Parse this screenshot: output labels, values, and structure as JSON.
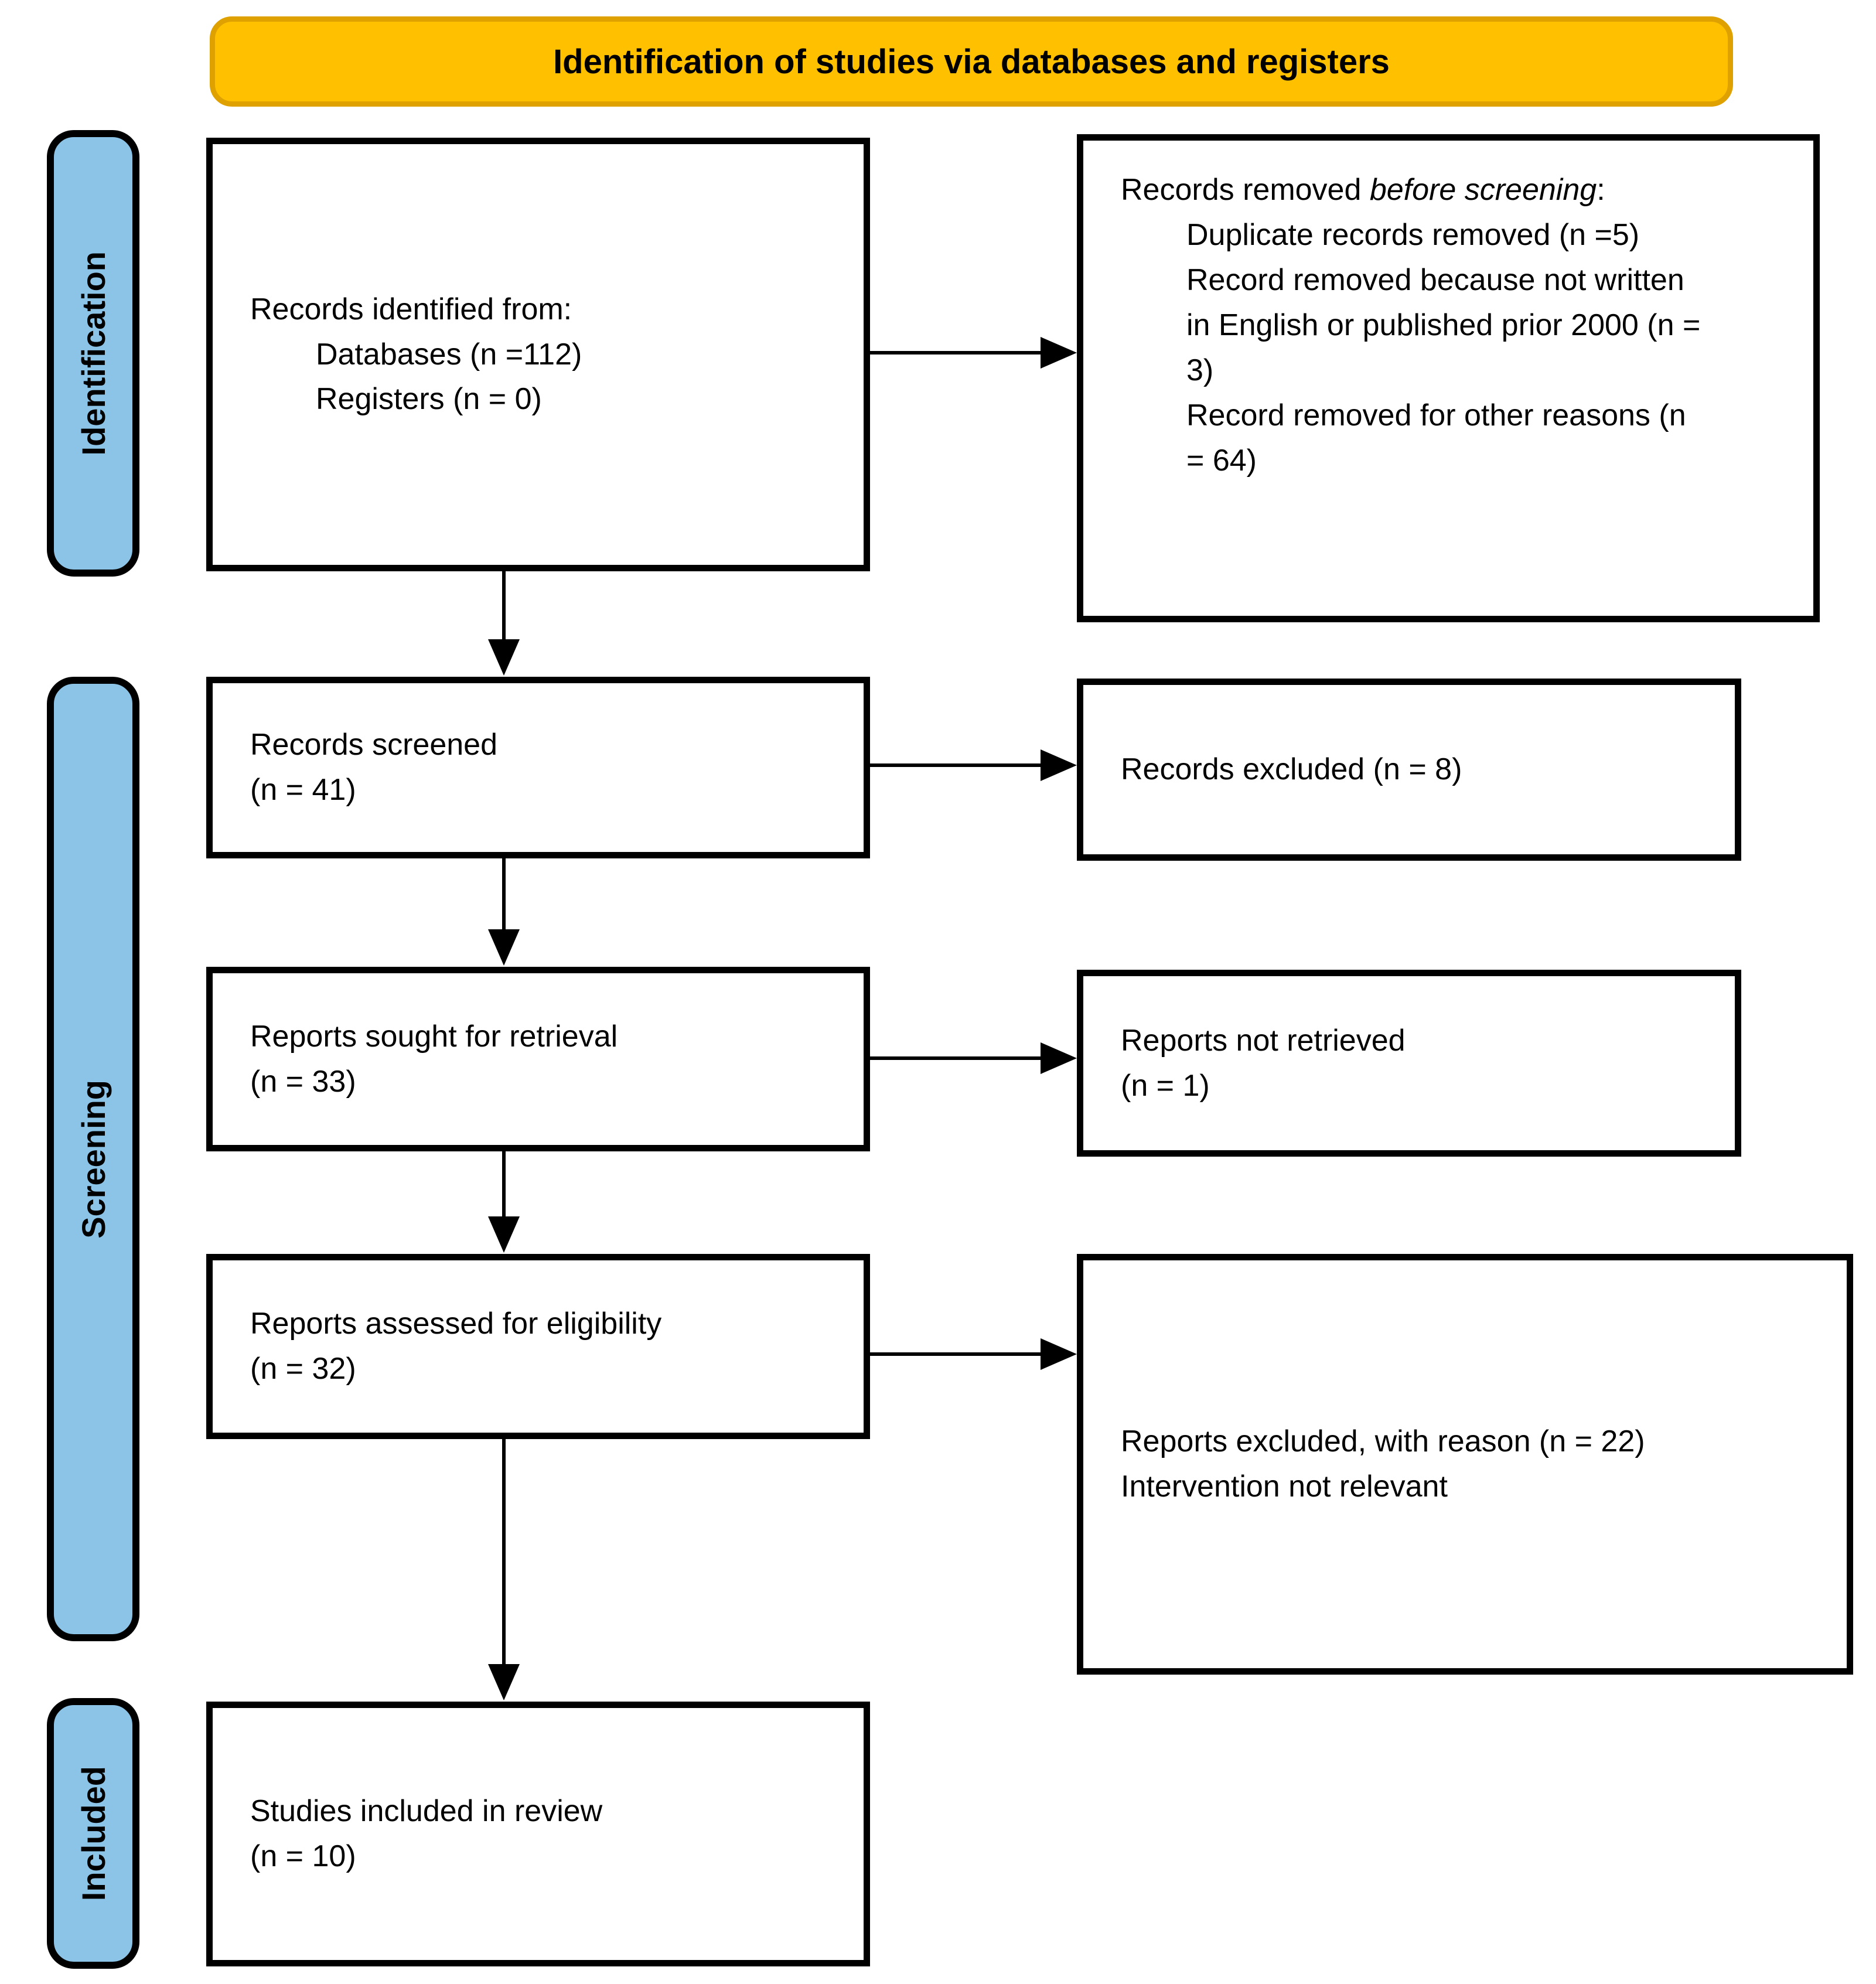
{
  "colors": {
    "banner_fill": "#FFC000",
    "banner_border": "#DFA100",
    "stage_fill": "#8CC4E8",
    "line": "#000000"
  },
  "banner": {
    "label": "Identification of studies via databases and registers"
  },
  "stages": [
    {
      "label": "Identification"
    },
    {
      "label": "Screening"
    },
    {
      "label": "Included"
    }
  ],
  "boxes": {
    "records_identified": {
      "heading": "Records identified from:",
      "items": [
        "Databases (n =112)",
        "Registers (n = 0)"
      ]
    },
    "records_removed": {
      "prefix": "Records removed ",
      "italic": "before screening",
      "suffix": ":",
      "items": [
        "Duplicate records removed (n =5)",
        "Record removed because not written in English or published prior 2000 (n = 3)",
        "Record removed for other reasons (n = 64)"
      ]
    },
    "records_screened": {
      "lines": [
        "Records screened",
        "(n = 41)"
      ]
    },
    "records_excluded": {
      "lines": [
        "Records excluded (n = 8)"
      ]
    },
    "reports_sought": {
      "lines": [
        "Reports sought for retrieval",
        "(n = 33)"
      ]
    },
    "reports_not_retrieved": {
      "lines": [
        "Reports not retrieved",
        "(n = 1)"
      ]
    },
    "reports_assessed": {
      "lines": [
        "Reports assessed for eligibility",
        "(n = 32)"
      ]
    },
    "reports_excluded": {
      "lines": [
        "Reports excluded, with reason (n = 22)",
        "Intervention not relevant"
      ]
    },
    "studies_included": {
      "lines": [
        "Studies included in review",
        "(n = 10)"
      ]
    }
  }
}
